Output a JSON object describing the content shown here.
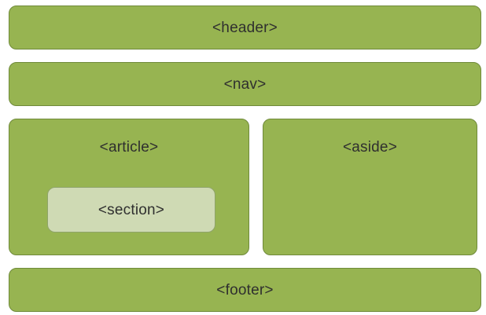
{
  "colors": {
    "block_fill": "#97b451",
    "block_border": "#6f8a3a",
    "section_fill": "#cfdab4",
    "section_border": "#8fa46a"
  },
  "blocks": {
    "header": "<header>",
    "nav": "<nav>",
    "article": "<article>",
    "section": "<section>",
    "aside": "<aside>",
    "footer": "<footer>"
  }
}
